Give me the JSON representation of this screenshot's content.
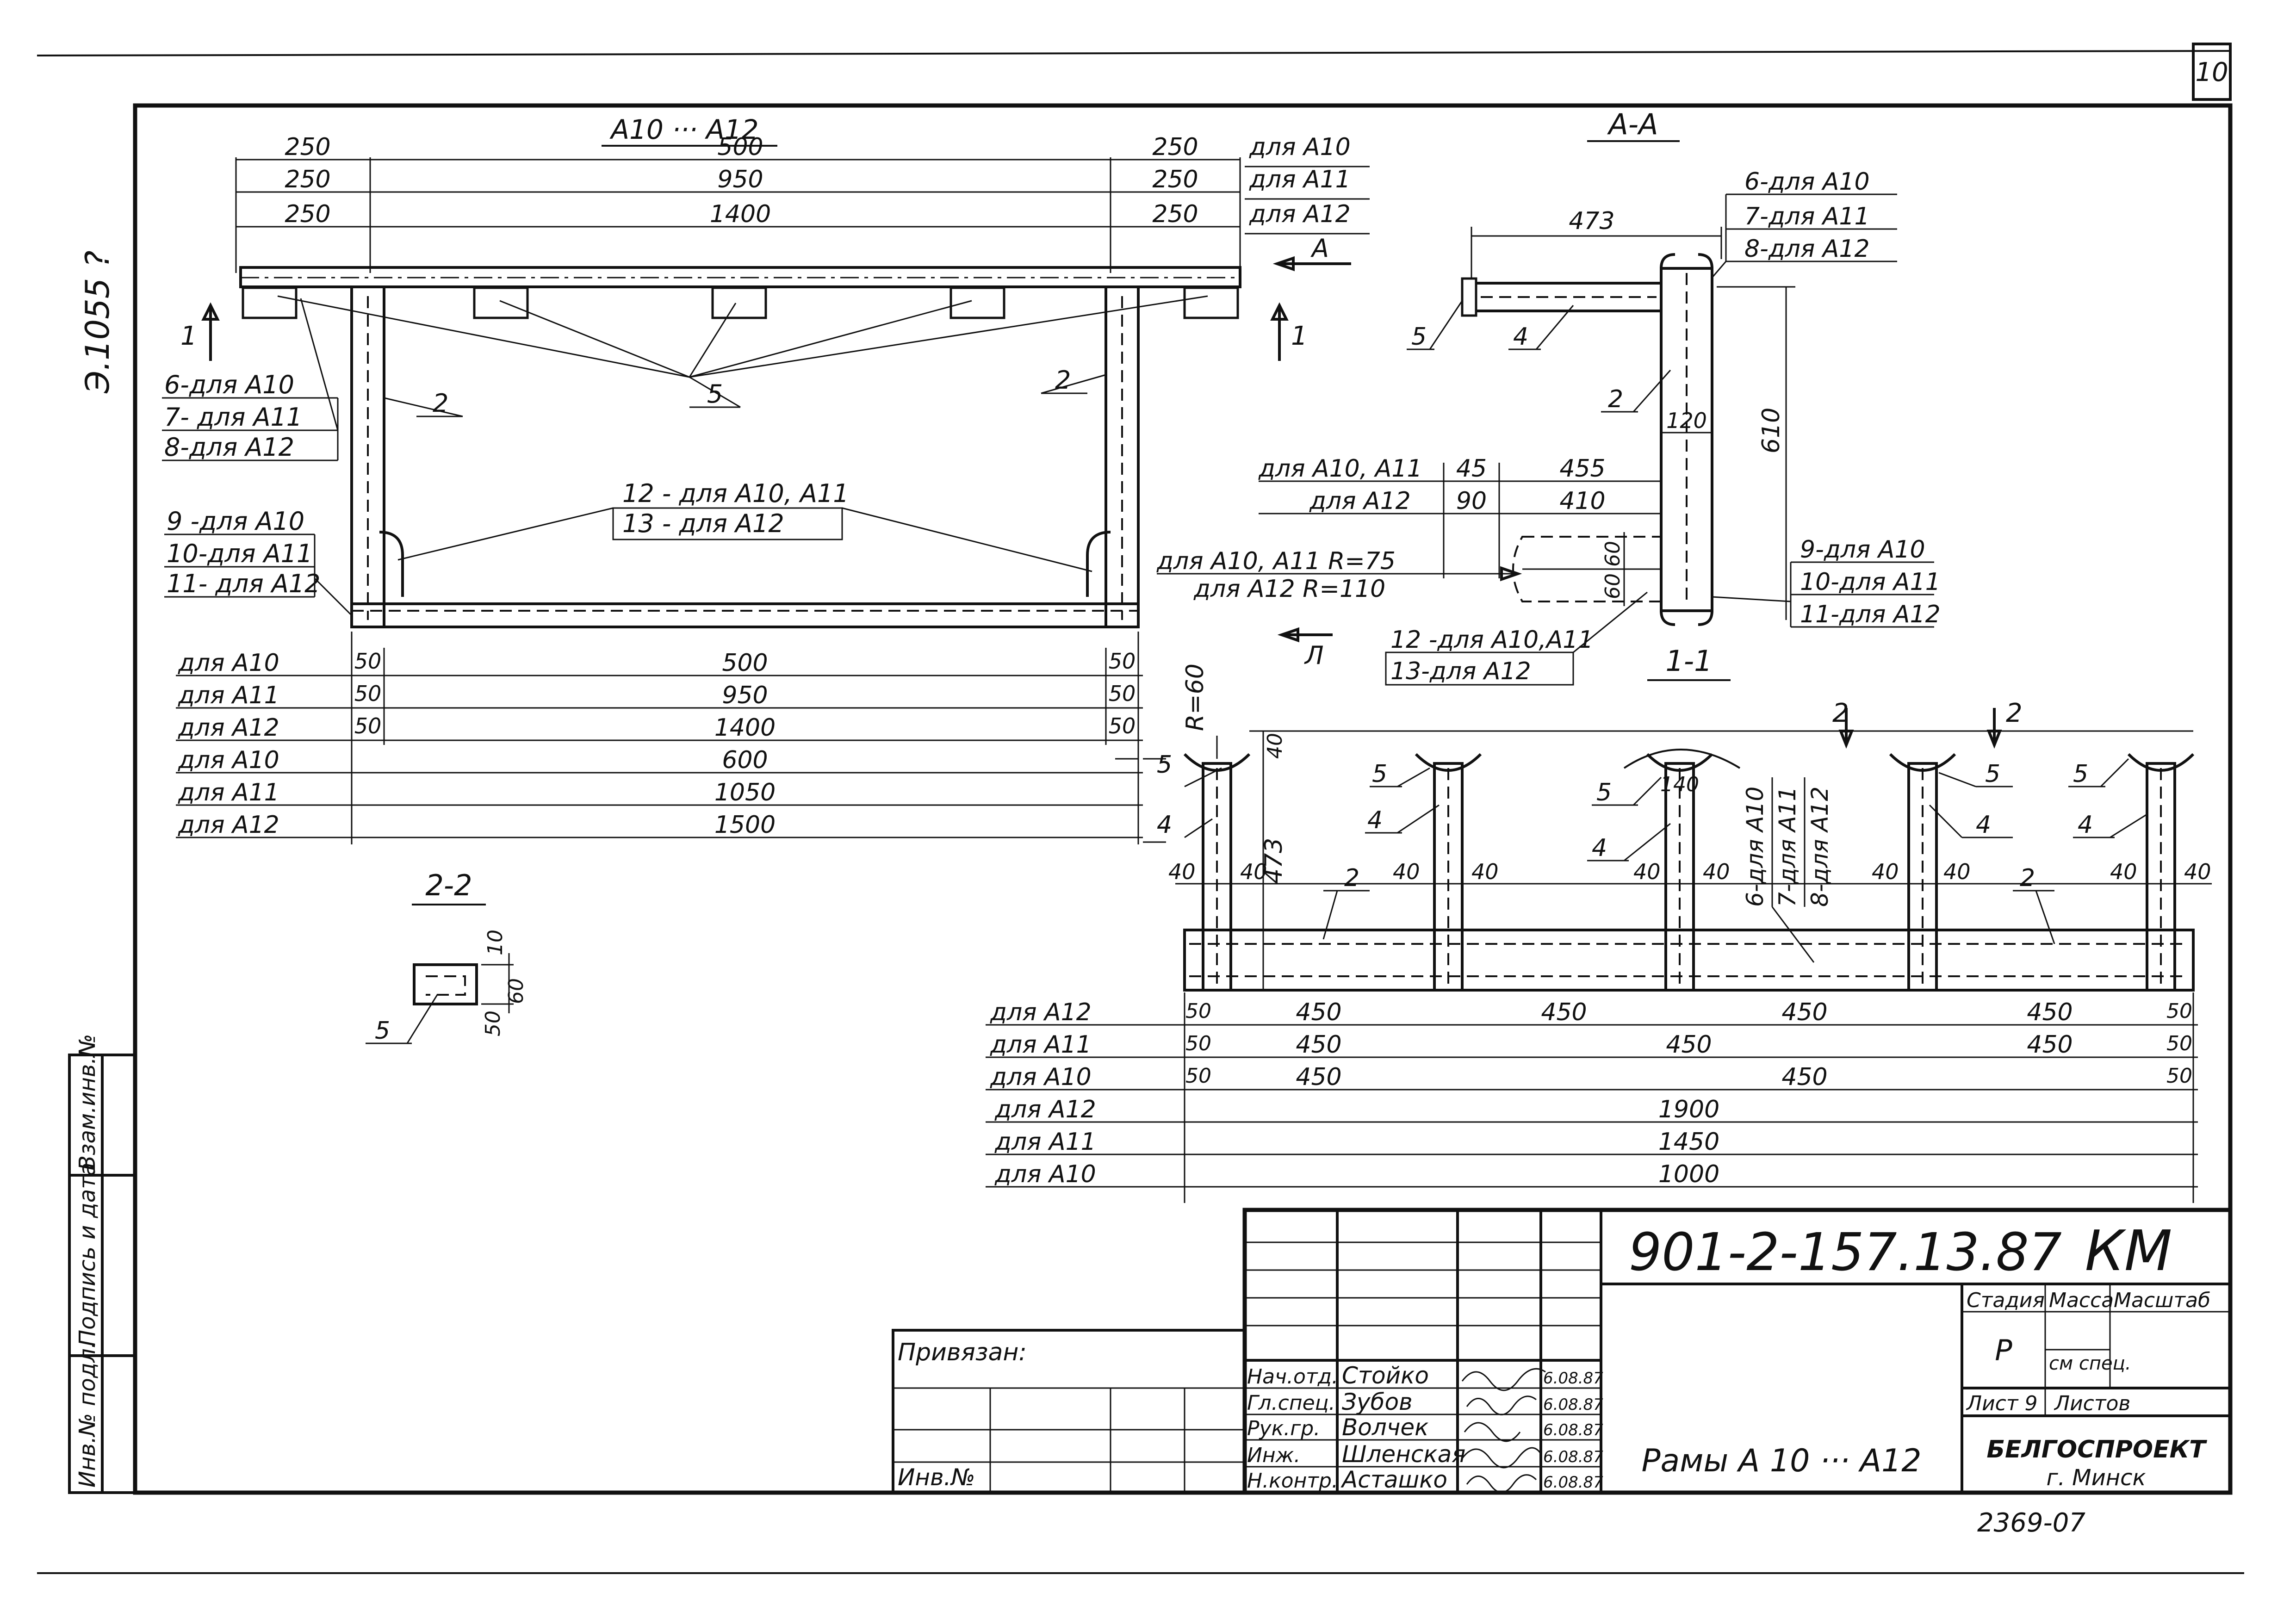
{
  "sheet": {
    "sheet_no": "10",
    "side_note": "Э.1055 ?",
    "ink_color": "#111111",
    "paper_color": "#ffffff"
  },
  "front": {
    "title": "А10 ··· А12",
    "top_dims": [
      {
        "left": "250",
        "mid": "500",
        "right": "250",
        "note": "для А10"
      },
      {
        "left": "250",
        "mid": "950",
        "right": "250",
        "note": "для А11"
      },
      {
        "left": "250",
        "mid": "1400",
        "right": "250",
        "note": "для А12"
      }
    ],
    "arrow_a": "А",
    "section_1": "1",
    "leader_5": "5",
    "leader_2": "2",
    "group_6_8": [
      "6-для А10",
      "7- для А11",
      "8-для А12"
    ],
    "group_9_11": [
      "9 -для А10",
      "10-для А11",
      "11- для А12"
    ],
    "group_12_13": [
      "12 - для А10, А11",
      "13 - для А12"
    ],
    "arrow_l": "Л",
    "bottom_dims": [
      {
        "label": "для  А10",
        "left": "50",
        "mid": "500",
        "right": "50"
      },
      {
        "label": "для  А11",
        "left": "50",
        "mid": "950",
        "right": "50"
      },
      {
        "label": "для  А12",
        "left": "50",
        "mid": "1400",
        "right": "50"
      },
      {
        "label": "для  А10",
        "mid": "600"
      },
      {
        "label": "для  А11",
        "mid": "1050"
      },
      {
        "label": "для  А12",
        "mid": "1500"
      }
    ],
    "right_tags": [
      "5",
      "4"
    ]
  },
  "section_aa": {
    "title": "А-А",
    "dim_473": "473",
    "parts": [
      "6-для А10",
      "7-для А11",
      "8-для А12"
    ],
    "leader_5": "5",
    "leader_4": "4",
    "leader_2": "2",
    "dim_120": "120",
    "dim_610": "610",
    "rows": [
      {
        "label": "для А10, А11",
        "a": "45",
        "b": "455"
      },
      {
        "label": "для А12",
        "a": "90",
        "b": "410"
      }
    ],
    "radius_1": "для А10, А11  R=75",
    "radius_2": "для А12   R=110",
    "dim_60": "60",
    "dim_60b": "60",
    "bottom_parts": [
      "9-для А10",
      "10-для А11",
      "11-для А12"
    ],
    "bottom_parts2": [
      "12 -для А10,А11",
      "13-для А12"
    ]
  },
  "section_11": {
    "title": "1-1",
    "r60": "R=60",
    "dim_40": "40",
    "dim_473": "473",
    "cut_2": "2",
    "tags": [
      "5",
      "4",
      "5",
      "4",
      "5",
      "4",
      "5",
      "4",
      "5",
      "4"
    ],
    "dim_140": "140",
    "vertical_parts": [
      "6-для А10",
      "7-для А11",
      "8-для А12"
    ],
    "leader_2a": "2",
    "leader_2b": "2",
    "dims_40": [
      "40",
      "40",
      "40",
      "40",
      "40",
      "40",
      "40",
      "40",
      "40",
      "40"
    ],
    "bottom_rows": [
      {
        "label": "для  А12",
        "a": "50",
        "segs": [
          "450",
          "450",
          "450",
          "450"
        ],
        "b": "50"
      },
      {
        "label": "для  А11",
        "a": "50",
        "segs": [
          "450",
          "450",
          "450"
        ],
        "b": "50"
      },
      {
        "label": "для  А10",
        "a": "50",
        "segs": [
          "450",
          "450"
        ],
        "b": "50"
      },
      {
        "label": "для  А12",
        "total": "1900"
      },
      {
        "label": "для  А11",
        "total": "1450"
      },
      {
        "label": "для  А10",
        "total": "1000"
      }
    ]
  },
  "section_22": {
    "title": "2-2",
    "dim_10": "10",
    "dim_60": "60",
    "dim_50": "50",
    "leader_5": "5"
  },
  "title_block": {
    "doc_code": "901-2-157.13.87",
    "mark": "КМ",
    "privyazan": "Привязан:",
    "inv": "Инв.№",
    "roles": [
      {
        "role": "Нач.отд.",
        "name": "Стойко",
        "date": "6.08.87"
      },
      {
        "role": "Гл.спец.",
        "name": "Зубов",
        "date": "6.08.87"
      },
      {
        "role": "Рук.гр.",
        "name": "Волчек",
        "date": "6.08.87"
      },
      {
        "role": "Инж.",
        "name": "Шленская",
        "date": "6.08.87"
      },
      {
        "role": "Н.контр.",
        "name": "Асташко",
        "date": "6.08.87"
      }
    ],
    "stage_head": "Стадия",
    "mass_head": "Масса",
    "scale_head": "Масштаб",
    "stage": "Р",
    "mass": "см спец.",
    "sheet_label": "Лист 9",
    "sheets_label": "Листов",
    "title": "Рамы А 10 ··· А12",
    "org": "БЕЛГОСПРОЕКТ",
    "city": "г. Минск",
    "order": "2369-07"
  },
  "side_stamp": {
    "cells": [
      "Инв.№ подл.",
      "Подпись и дата",
      "Взам.инв.№"
    ]
  }
}
